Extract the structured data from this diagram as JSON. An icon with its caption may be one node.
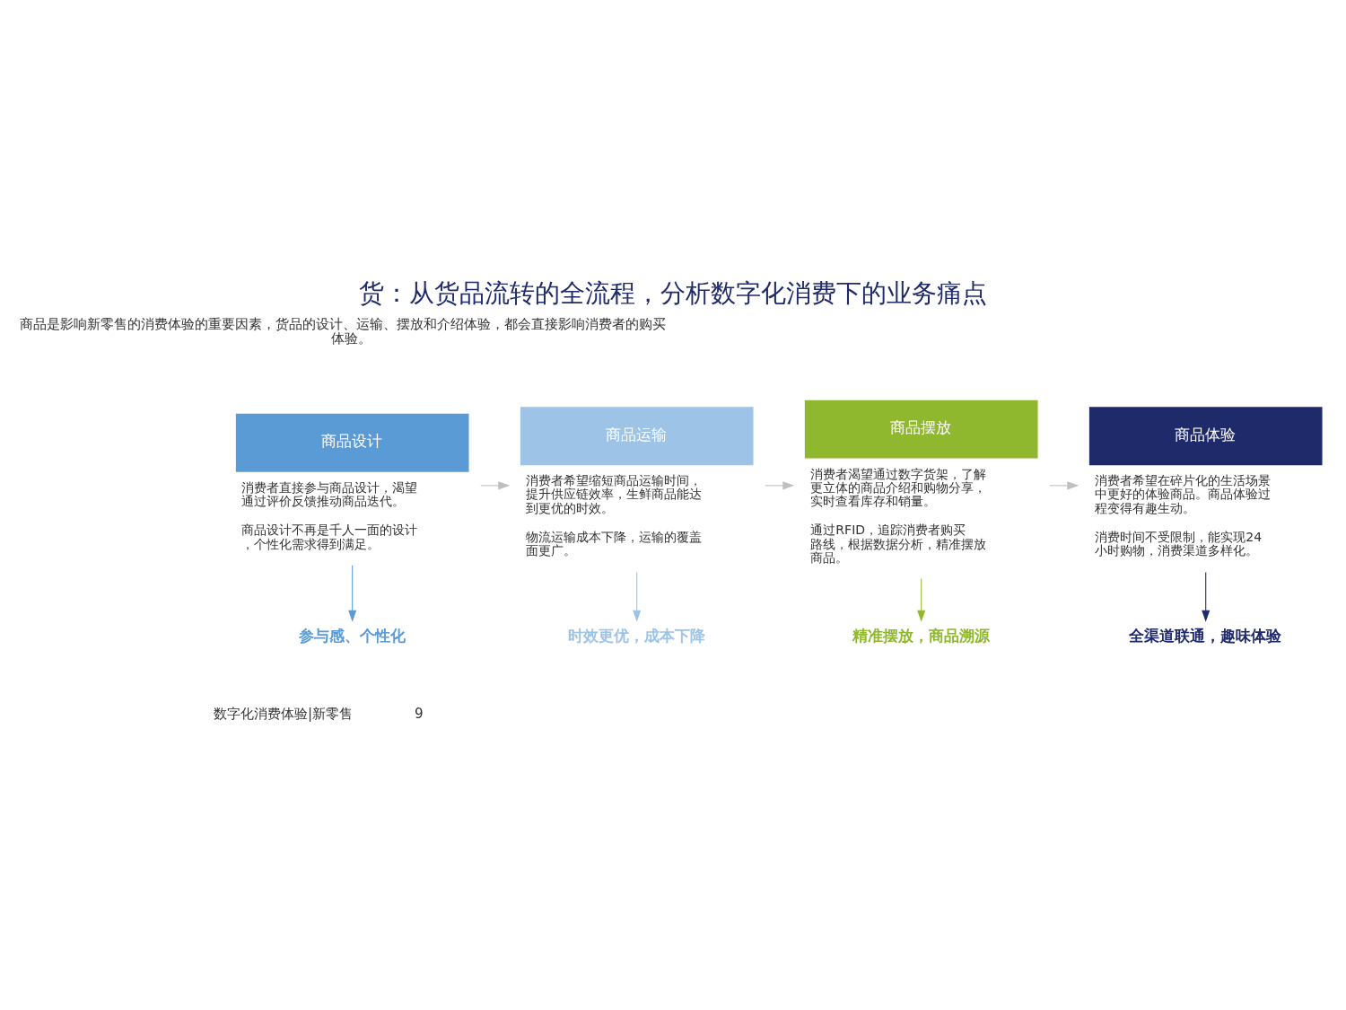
{
  "diagram": {
    "title": "货：从货品流转的全流程，分析数字化消费下的业务痛点",
    "nodes": [
      {
        "text": [
          "商品设计"
        ],
        "beside": [
          "消费者直接参与商品设计，渴望通过评价反馈推动商品迭代。",
          "商品设计不再是千人一面的设计，个性化需求得到满足。"
        ]
      },
      {
        "text": [
          "商品运输"
        ],
        "beside": [
          "消费者希望缩短商品运输时间，提升供应链效率，生鲜商品能达到更优的时效。",
          "物流运输成本下降，运输的覆盖面更广。"
        ]
      },
      {
        "text": [
          "商品摆放"
        ],
        "beside": [
          "消费者渴望通过数字货架，了解更立体的商品介绍和购物分享，实时查看库存和销量。",
          "通过RFID，追踪消费者购买路线，根据数据分析，精准摆放商品。"
        ]
      },
      {
        "text": [
          "商品体验"
        ],
        "beside": [
          "消费者希望在碎片化的生活场景中更好的体验商品。商品体验过程变得有趣生动。",
          "消费时间不受限制，能实现24小时购物，消费渠道多样化。"
        ]
      },
      {
        "text": [
          "参与感、个性化"
        ]
      },
      {
        "text": [
          "时效更优，成本下降"
        ]
      },
      {
        "text": [
          "精准摆放，商品溯源"
        ]
      },
      {
        "text": [
          "全渠道联通，趣味体验"
        ]
      }
    ],
    "edges": [
      {
        "from": 0,
        "to": 1,
        "arrow": "to"
      },
      {
        "from": 1,
        "to": 2,
        "arrow": "to"
      },
      {
        "from": 2,
        "to": 3,
        "arrow": "to"
      },
      {
        "from": 0,
        "to": 4,
        "arrow": "to",
        "color": "#5b9bd5"
      },
      {
        "from": 1,
        "to": 5,
        "arrow": "to",
        "color": "#9dc3e6"
      },
      {
        "from": 2,
        "to": 6,
        "arrow": "to",
        "color": "#8fb82f"
      },
      {
        "from": 3,
        "to": 7,
        "arrow": "to",
        "color": "#1f2a6b"
      }
    ],
    "labels": [
      "商品是影响新零售的消费体验的重要因素，货品的设计、运输、摆放和介绍体验，都会直接影响消费者的购买体验。",
      "数字化消费体验|新零售",
      "9"
    ]
  }
}
